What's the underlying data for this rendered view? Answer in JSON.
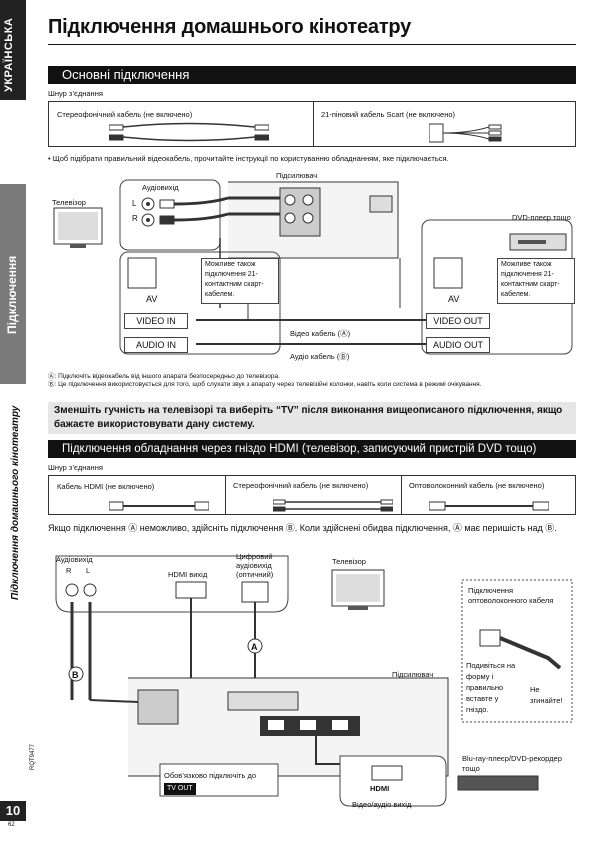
{
  "side": {
    "lang_tab": "УКРАЇНСЬКА",
    "section_tab": "Підключення",
    "italic_label": "Підключення домашнього кінотеатру",
    "code": "RQT9477",
    "page_number": "10",
    "page_sub": "62"
  },
  "title": "Підключення домашнього кінотеатру",
  "sec1": {
    "header": "Основні підключення",
    "cord_label": "Шнур з’єднання",
    "cable1": "Стереофонічний кабель (не включено)",
    "cable2": "21-піновий кабель Scart (не включено)",
    "bullet": "•  Щоб підібрати правильний відеокабель, прочитайте інструкції по користуванню обладнанням, яке підключається.",
    "tv": "Телевізор",
    "amp": "Підсилювач",
    "audio_out": "Аудіовихід",
    "L": "L",
    "R": "R",
    "dvd": "DVD-плеєр тощо",
    "scart_note": "Можливе також підключення 21-контактним скарт-кабелем.",
    "av": "AV",
    "video_in": "VIDEO IN",
    "audio_in": "AUDIO IN",
    "video_out": "VIDEO OUT",
    "audio_out_box": "AUDIO OUT",
    "video_cable": "Відео кабель (Ⓐ)",
    "audio_cable": "Аудіо кабель (Ⓑ)",
    "note_a": "Ⓐ: Підключіть відеокабель від іншого апарата безпосередньо до телевізора.",
    "note_b": "Ⓑ: Це підключення використовується для того, щоб слухати звук з апарату через телевізійні колонки, навіть коли система в режимі очікування.",
    "bold_note": "Зменшіть гучність на телевізорі та виберіть “TV” після виконання вищеописаного підключення, якщо бажаєте використовувати дану систему."
  },
  "sec2": {
    "header": "Підключення обладнання через гніздо HDMI (телевізор, записуючий пристрій DVD тощо)",
    "cord_label": "Шнур з’єднання",
    "cable1": "Кабель HDMI (не включено)",
    "cable2": "Стереофонічний кабель (не включено)",
    "cable3": "Оптоволоконний кабель (не включено)",
    "para": "Якщо підключення Ⓐ неможливо, здійсніть підключення Ⓑ. Коли здійснені обидва підключення, Ⓐ має перишість над Ⓑ.",
    "audio_out": "Аудіовихід",
    "R": "R",
    "L": "L",
    "hdmi_out": "HDMI вихід",
    "digital_out": "Цифровий аудіовихід (оптичний)",
    "tv": "Телевізор",
    "amp": "Підсилювач",
    "optic_title": "Підключення оптоволоконного кабеля",
    "optic_look": "Подивіться на форму і правильно вставте у гніздо.",
    "optic_nobend": "Не згинайте!",
    "must_connect": "Обов’язково підключіть до",
    "tv_out": "TV OUT",
    "bluray": "Blu-ray-плеєр/DVD-рекордер тощо",
    "hdmi_label": "HDMI",
    "hdmi_av": "Відео/аудіо вихід",
    "circle_a": "A",
    "circle_b": "B"
  }
}
